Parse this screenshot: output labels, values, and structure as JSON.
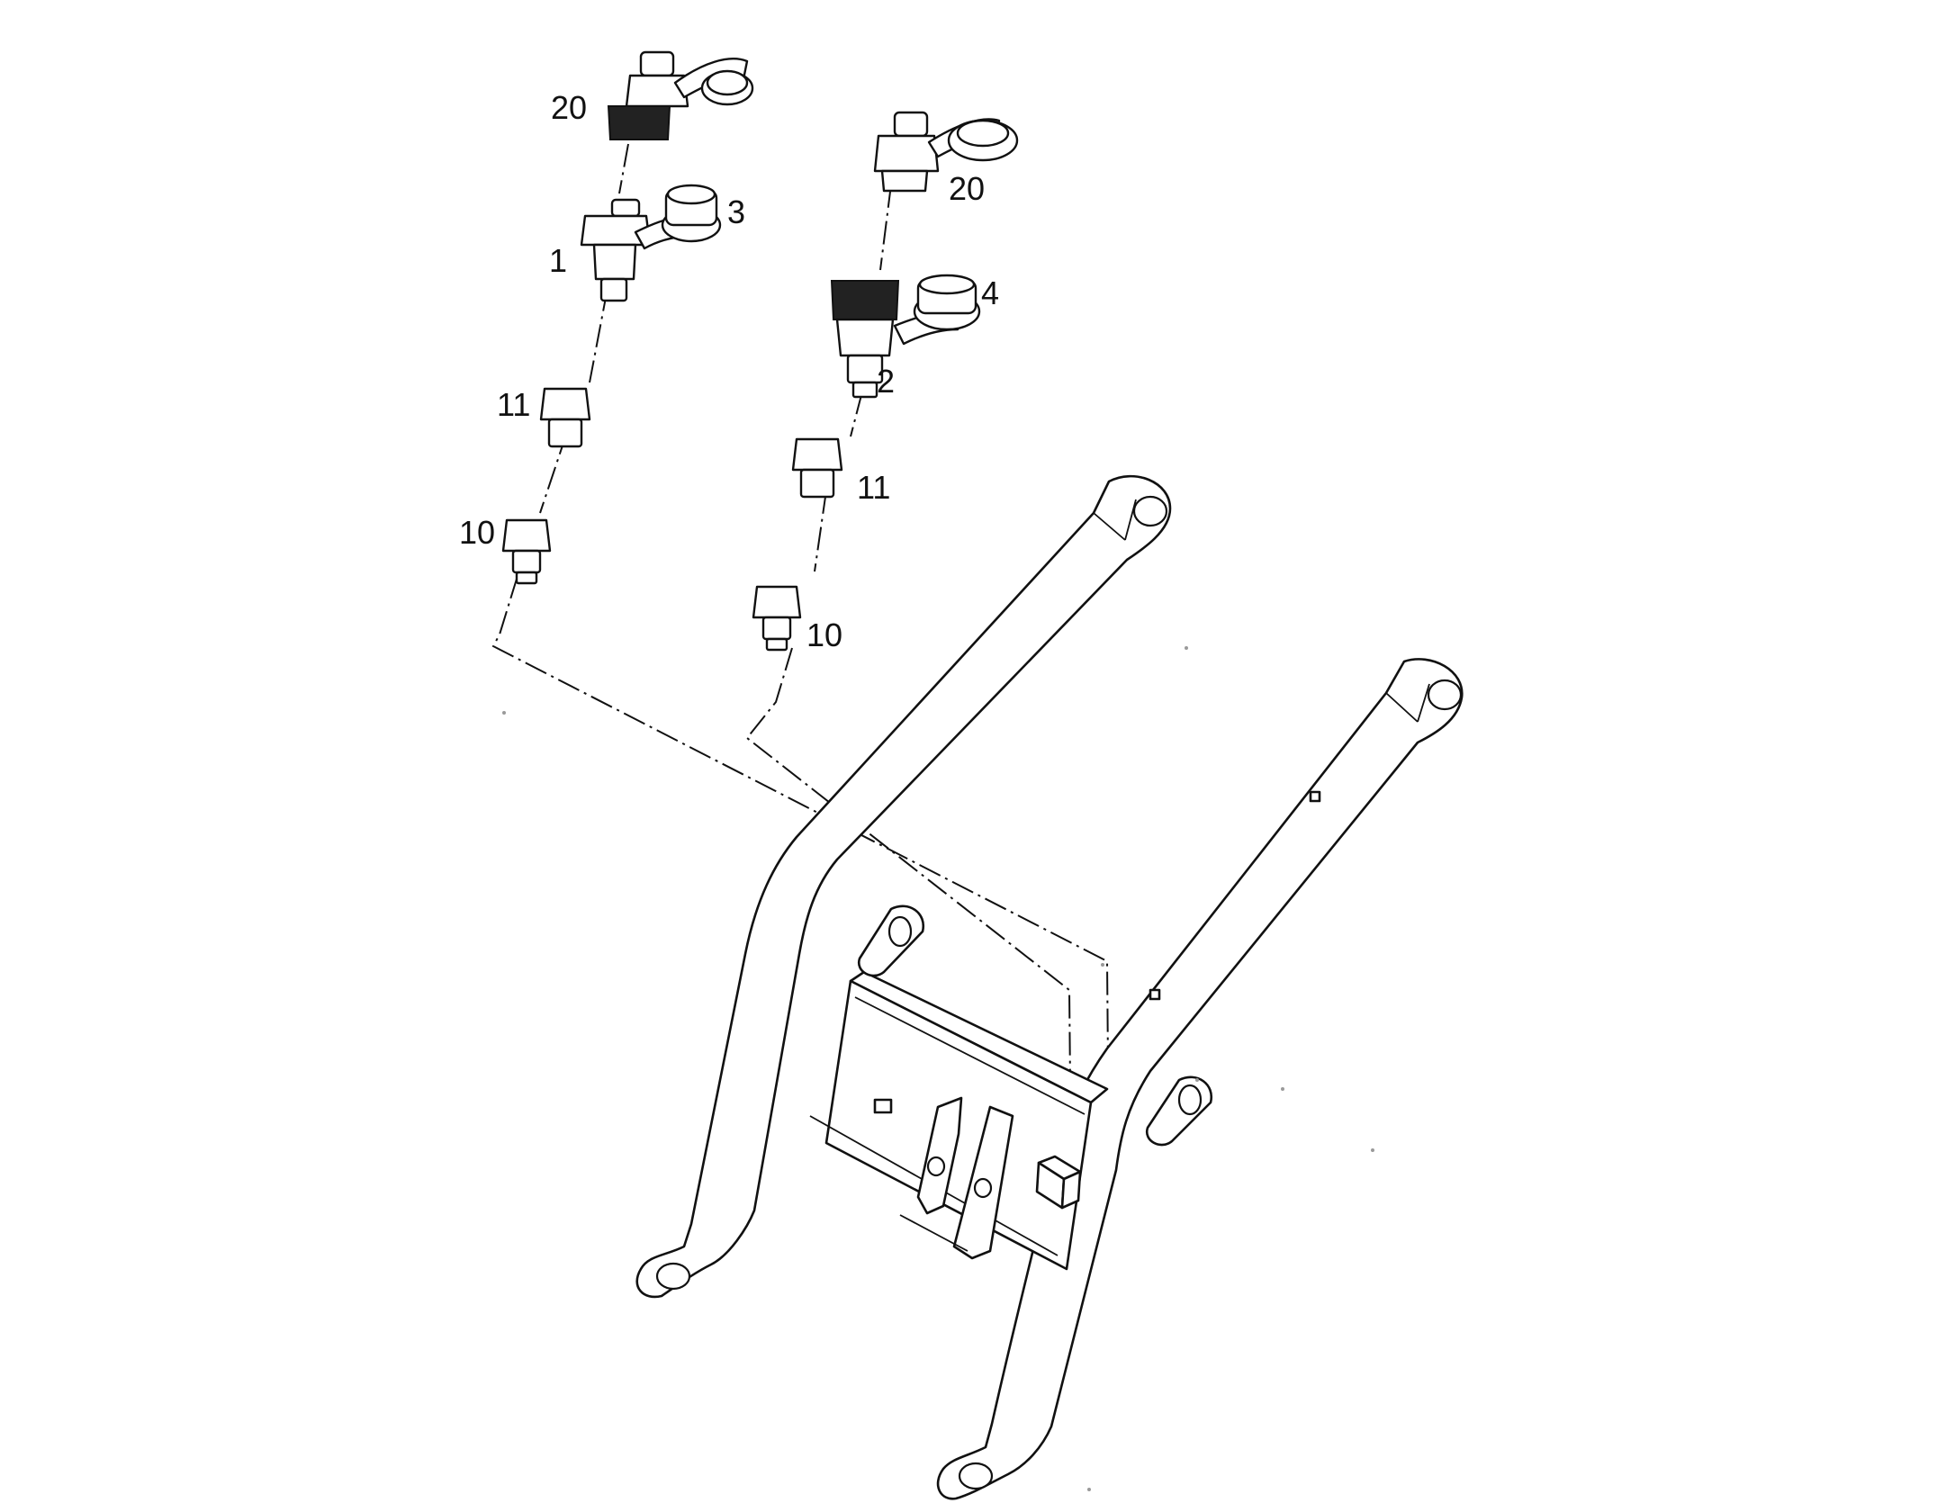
{
  "callouts": {
    "c20_left": "20",
    "c20_right": "20",
    "c3": "3",
    "c1": "1",
    "c4": "4",
    "c2": "2",
    "c11_left": "11",
    "c11_right": "11",
    "c10_left": "10",
    "c10_right": "10"
  }
}
